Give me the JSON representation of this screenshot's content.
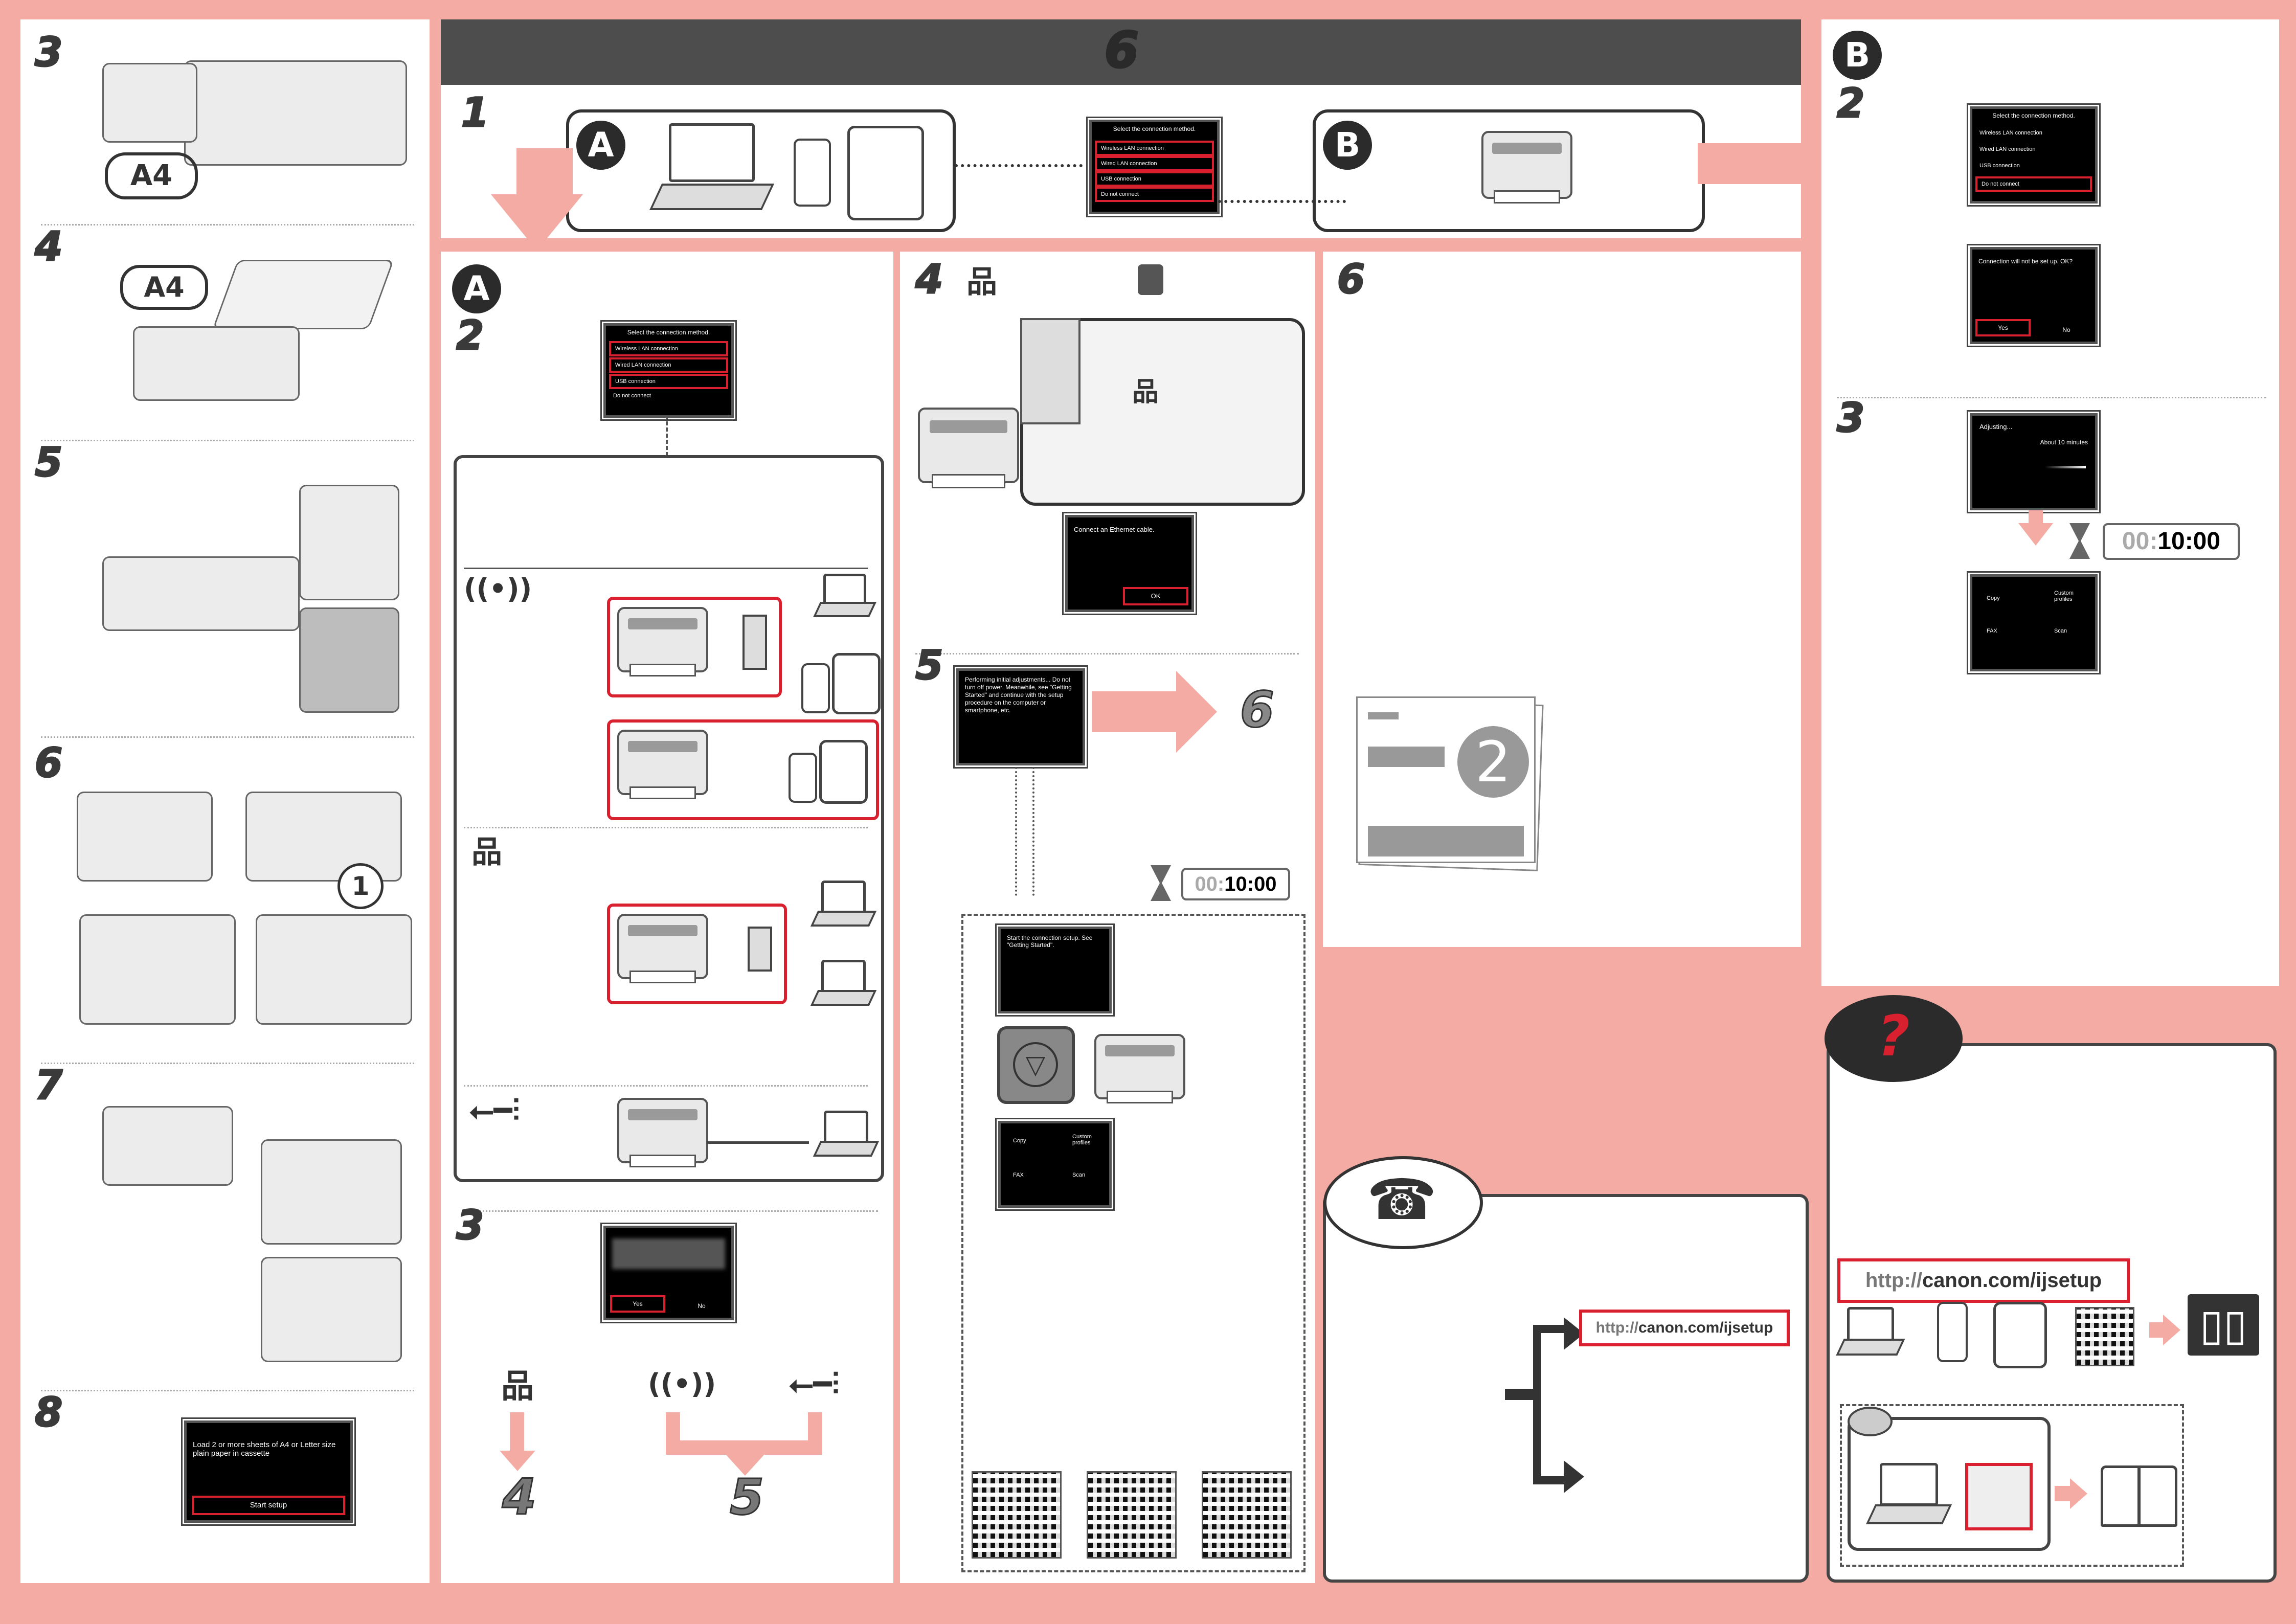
{
  "header": {
    "step_number": "6"
  },
  "left_column": {
    "steps": [
      "3",
      "4",
      "5",
      "6",
      "7",
      "8"
    ],
    "paper_size_label": "A4",
    "circled_one": "1",
    "step8_screen": {
      "text": "Load 2 or more sheets of A4 or Letter size plain paper in cassette",
      "button": "Start setup"
    }
  },
  "top_row": {
    "step": "1",
    "badge_a": "A",
    "badge_b": "B",
    "connection_screen": {
      "title": "Select the connection method.",
      "options": [
        "Wireless LAN connection",
        "Wired LAN connection",
        "USB connection",
        "Do not connect"
      ]
    }
  },
  "section_a": {
    "badge": "A",
    "step2": "2",
    "step3": "3",
    "step3_screen": {
      "yes": "Yes",
      "no": "No"
    },
    "result_wired": "4",
    "result_wireless_usb": "5"
  },
  "middle_column": {
    "step4": "4",
    "ethernet_screen": {
      "text": "Connect an Ethernet cable.",
      "button": "OK"
    },
    "step5": "5",
    "adjust_screen": {
      "text": "Performing initial adjustments... Do not turn off power. Meanwhile, see \"Getting Started\" and continue with the setup procedure on the computer or smartphone, etc."
    },
    "goto_step": "6",
    "timer": {
      "mm": "00:",
      "ss": "10:00"
    },
    "start_screen": {
      "text": "Start the connection setup. See \"Getting Started\"."
    },
    "home_screen": {
      "items": [
        "Copy",
        "Custom profiles",
        "FAX",
        "Scan"
      ]
    }
  },
  "right_center": {
    "step6": "6",
    "manual_number": "2",
    "fax_url": {
      "prefix": "http://",
      "rest": "canon.com/ijsetup"
    }
  },
  "section_b": {
    "badge": "B",
    "step2": "2",
    "step3": "3",
    "connection_screen": {
      "title": "Select the connection method.",
      "options": [
        "Wireless LAN connection",
        "Wired LAN connection",
        "USB connection",
        "Do not connect"
      ]
    },
    "confirm_screen": {
      "text": "Connection will not be set up. OK?",
      "yes": "Yes",
      "no": "No"
    },
    "adjusting_screen": {
      "title": "Adjusting...",
      "sub": "About 10 minutes"
    },
    "timer": {
      "mm": "00:",
      "ss": "10:00"
    },
    "home_screen": {
      "items": [
        "Copy",
        "Custom profiles",
        "FAX",
        "Scan"
      ]
    }
  },
  "help_panel": {
    "badge_icon": "question-icon",
    "url": {
      "prefix": "http://",
      "rest": "canon.com/ijsetup"
    }
  },
  "colors": {
    "pink": "#f4aba3",
    "red": "#d8202f",
    "dark": "#4d4d4d"
  }
}
